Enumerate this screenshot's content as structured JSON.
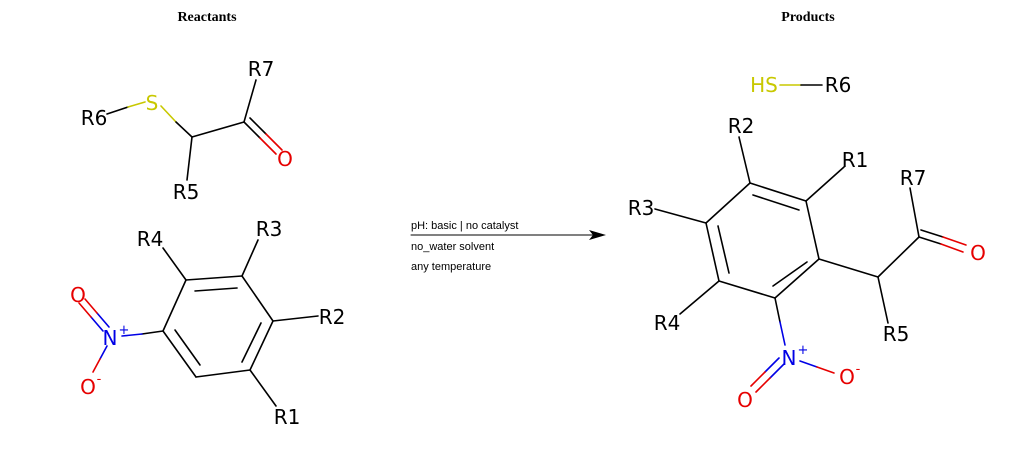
{
  "headers": {
    "reactants": "Reactants",
    "products": "Products"
  },
  "colors": {
    "bond": "#000000",
    "sulfur": "#c8c800",
    "oxygen": "#e60000",
    "nitrogen": "#0000e6"
  },
  "conditions": {
    "line1": "pH: basic | no catalyst",
    "line2": "no_water solvent",
    "line3": "any temperature"
  },
  "reactant_thioether": {
    "r6": "R6",
    "s": "S",
    "r7": "R7",
    "o": "O",
    "r5": "R5"
  },
  "reactant_nitroarene": {
    "r4": "R4",
    "r3": "R3",
    "r2": "R2",
    "r1": "R1",
    "o_top": "O",
    "n": "N",
    "n_charge": "+",
    "o_bottom": "O",
    "o_charge": "-"
  },
  "product_thiol": {
    "hs": "HS",
    "r6": "R6"
  },
  "product_arene": {
    "r2": "R2",
    "r1": "R1",
    "r3": "R3",
    "r7": "R7",
    "o": "O",
    "r4": "R4",
    "r5": "R5",
    "n": "N",
    "n_charge": "+",
    "o_left": "O",
    "o_right": "O",
    "o_charge": "-"
  }
}
